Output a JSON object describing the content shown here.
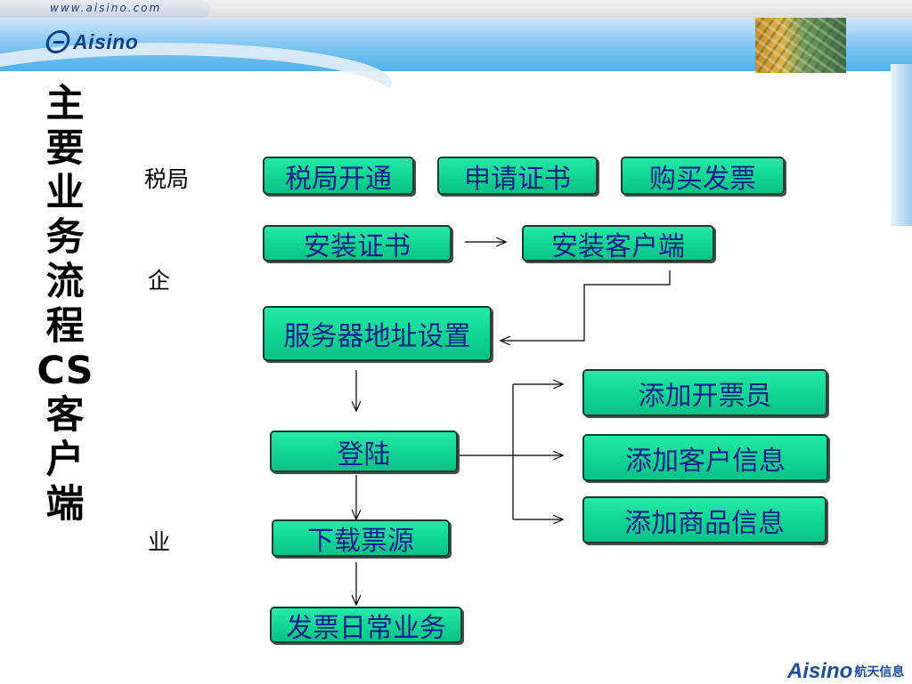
{
  "header": {
    "url": "www.aisino.com",
    "logo_text": "Aisino"
  },
  "title_chars": [
    "主",
    "要",
    "业",
    "务",
    "流",
    "程",
    "CS",
    "客",
    "户",
    "端"
  ],
  "lanes": {
    "tax_bureau": "税局",
    "enterprise_top": "企",
    "enterprise_bottom": "业"
  },
  "nodes": {
    "tax_open": "税局开通",
    "apply_cert": "申请证书",
    "buy_invoice": "购买发票",
    "install_cert": "安装证书",
    "install_client": "安装客户端",
    "server_addr": "服务器地址设置",
    "login": "登陆",
    "download_source": "下载票源",
    "daily_business": "发票日常业务",
    "add_issuer": "添加开票员",
    "add_customer": "添加客户信息",
    "add_product": "添加商品信息"
  },
  "footer": {
    "logo_en": "Aisino",
    "logo_cn": "航天信息"
  },
  "colors": {
    "node_fill": "#14d896",
    "node_text": "#0b1f8a",
    "banner": "#4fb1ea",
    "brand": "#0f3f8c"
  }
}
